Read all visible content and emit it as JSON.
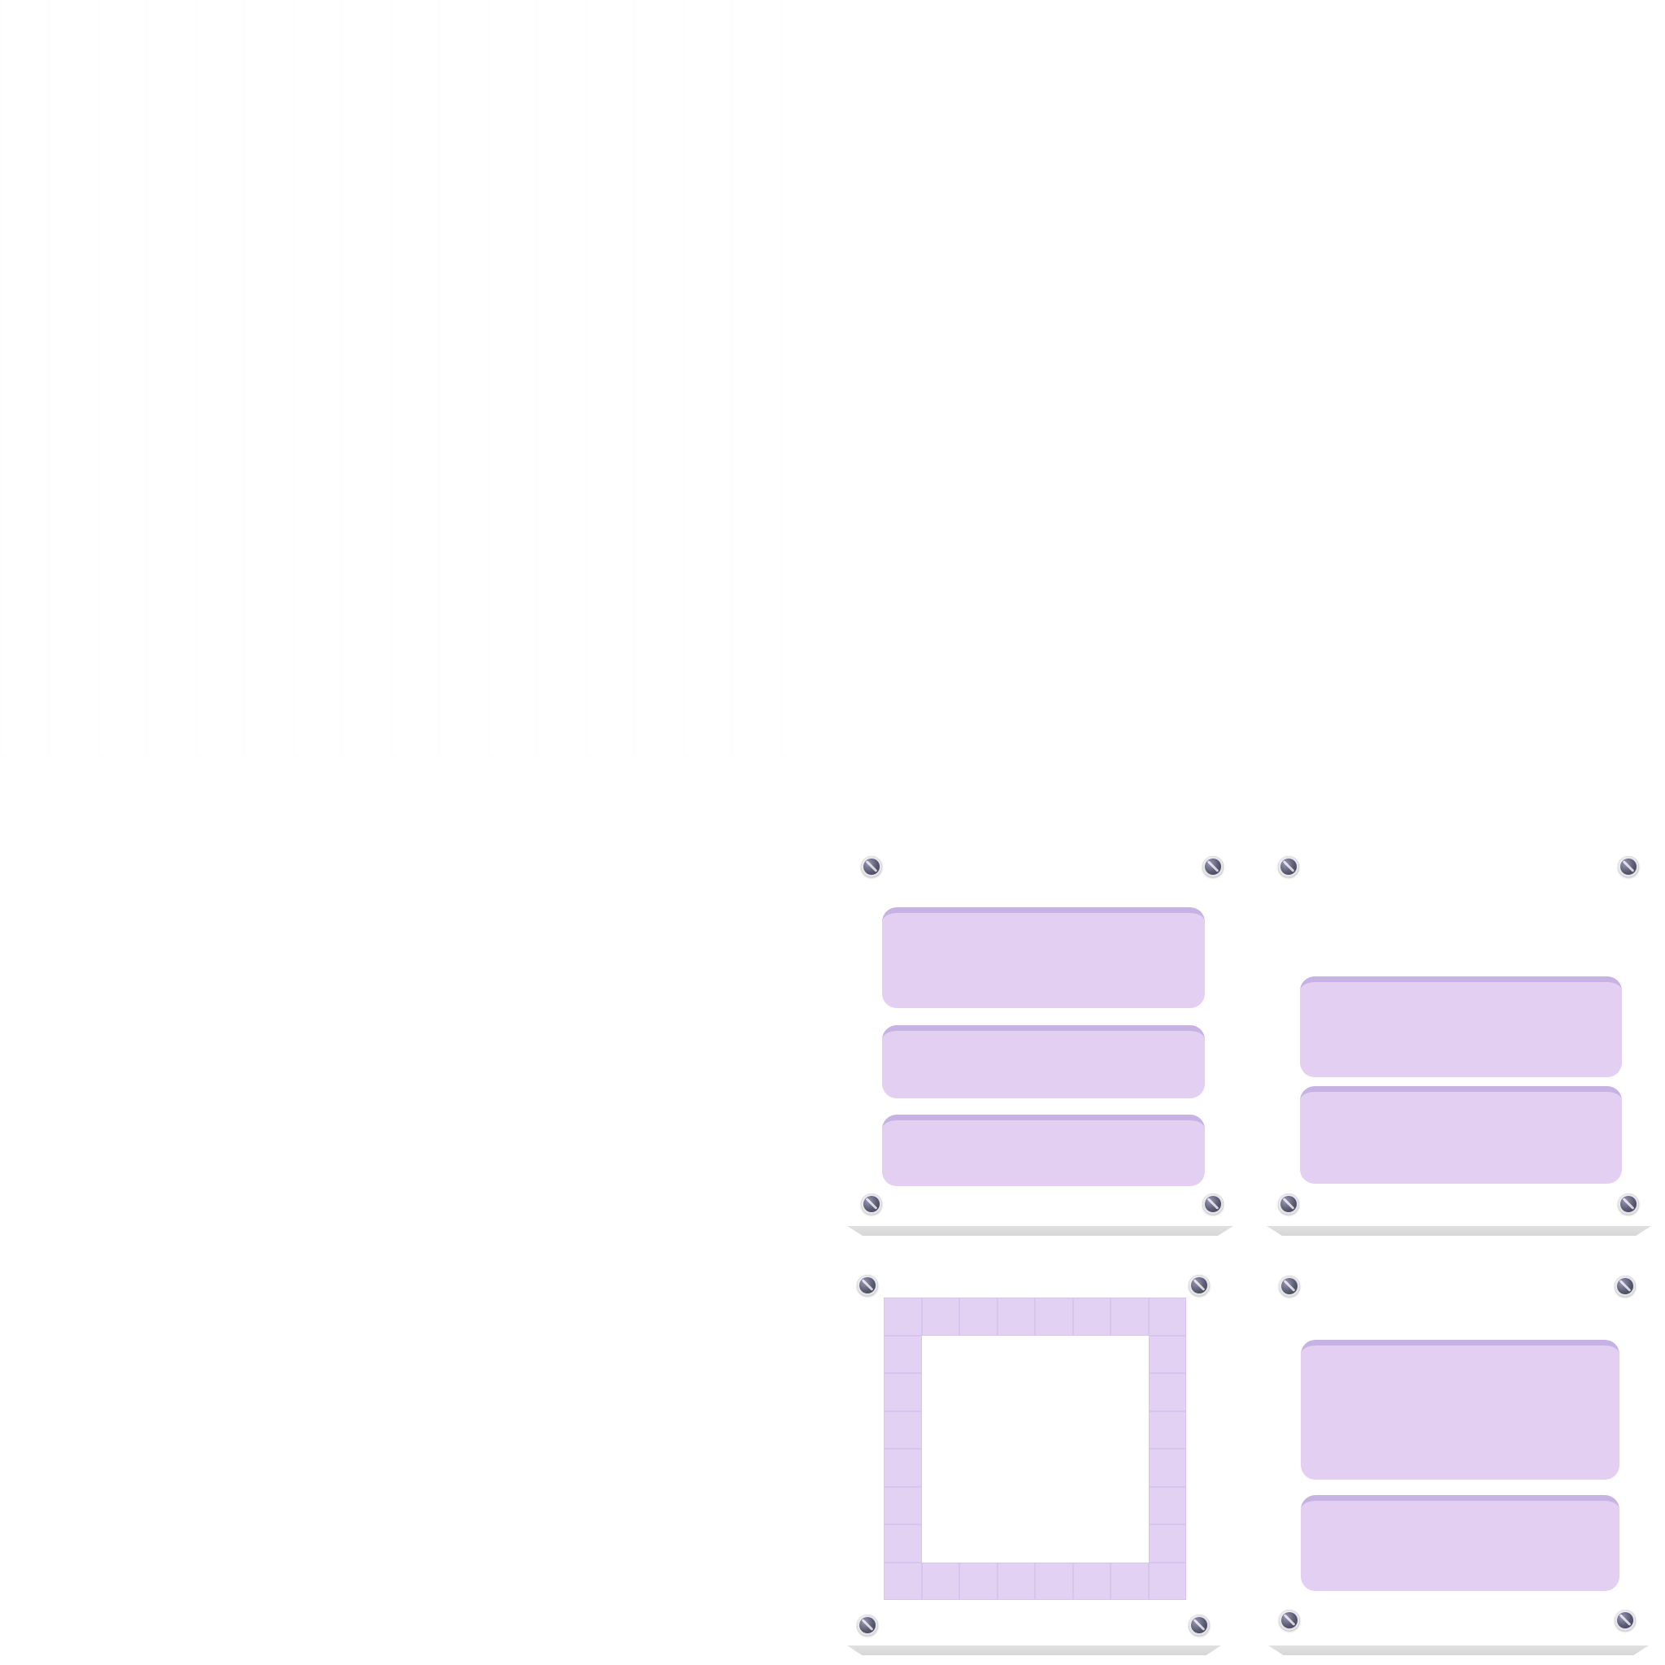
{
  "scene": {
    "background": "#ffffff",
    "panel_fill": "#ffffff",
    "slot_fill": "#e2cff2",
    "slot_edge": "#c6b3e3",
    "grid_fill": "#e3d1f4",
    "screw_color": "#4f4f66"
  },
  "panels": [
    {
      "name": "panel-top-left",
      "slots": 3
    },
    {
      "name": "panel-top-right",
      "slots": 2
    },
    {
      "name": "panel-bottom-left",
      "shape": "grid-frame",
      "grid": {
        "rows": 8,
        "cols": 8,
        "hollow_from": [
          1,
          1
        ],
        "hollow_to": [
          6,
          6
        ]
      }
    },
    {
      "name": "panel-bottom-right",
      "slots": 2
    }
  ]
}
